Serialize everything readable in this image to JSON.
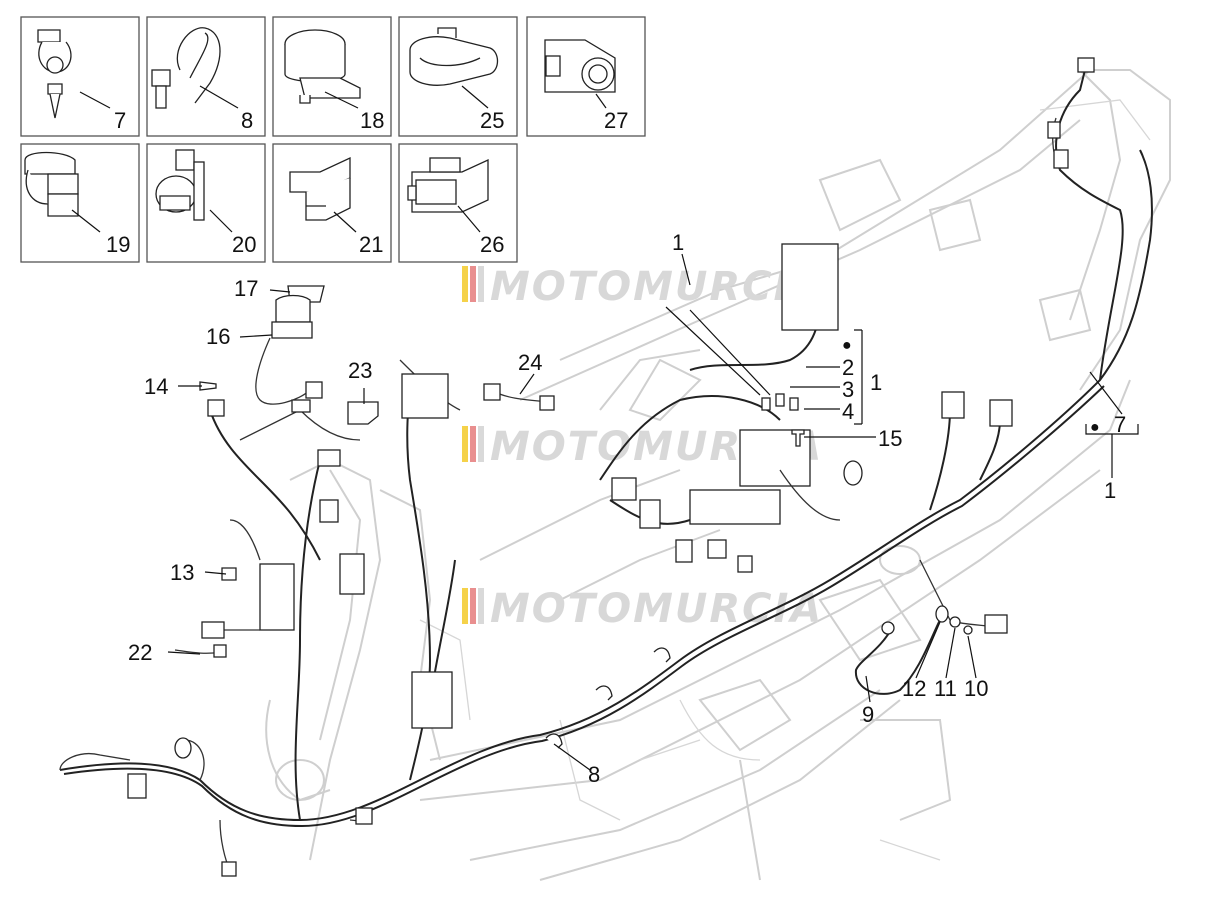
{
  "watermark": {
    "text": "MOTOMURCIA",
    "stripe_colors": [
      "#f5d24a",
      "#e98f8f",
      "#d9d9d9"
    ]
  },
  "inset_boxes": [
    {
      "label": "7",
      "icon": "clip-icon"
    },
    {
      "label": "8",
      "icon": "cable-tie-icon"
    },
    {
      "label": "18",
      "icon": "cable-clamp-icon"
    },
    {
      "label": "25",
      "icon": "grommet-icon"
    },
    {
      "label": "27",
      "icon": "connector-cover-icon"
    },
    {
      "label": "19",
      "icon": "holder-clip-icon"
    },
    {
      "label": "20",
      "icon": "bulb-socket-icon"
    },
    {
      "label": "21",
      "icon": "mount-bracket-icon"
    },
    {
      "label": "26",
      "icon": "relay-connector-icon"
    }
  ],
  "callouts": {
    "c1_top": "1",
    "c2": "2",
    "c3": "3",
    "c4": "4",
    "c1_bracket_right": "1",
    "c15": "15",
    "c7_right": "7",
    "c1_bottom": "1",
    "c17": "17",
    "c16": "16",
    "c14": "14",
    "c23": "23",
    "c24": "24",
    "c13": "13",
    "c22": "22",
    "c8_bottom": "8",
    "c9": "9",
    "c12": "12",
    "c11": "11",
    "c10": "10"
  },
  "bullets": [
    "●",
    "●"
  ]
}
